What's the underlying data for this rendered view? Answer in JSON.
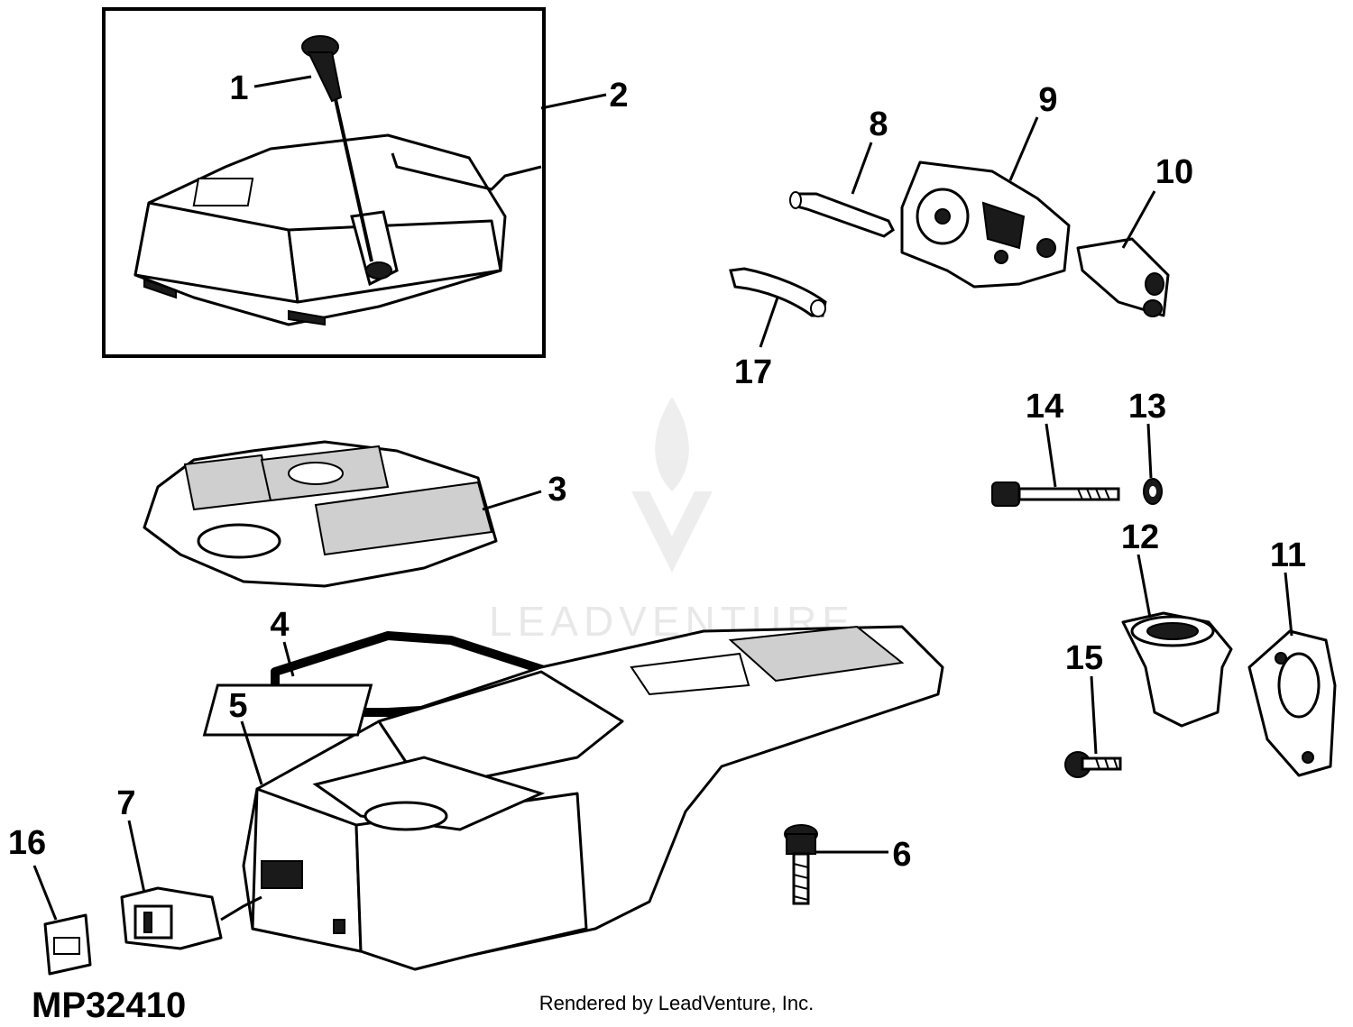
{
  "diagram": {
    "callouts": {
      "c1": "1",
      "c2": "2",
      "c3": "3",
      "c4": "4",
      "c5": "5",
      "c6": "6",
      "c7": "7",
      "c8": "8",
      "c9": "9",
      "c10": "10",
      "c11": "11",
      "c12": "12",
      "c13": "13",
      "c14": "14",
      "c15": "15",
      "c16": "16",
      "c17": "17"
    },
    "figure_code": "MP32410",
    "credit": "Rendered by LeadVenture, Inc.",
    "watermark": "LEADVENTURE"
  }
}
